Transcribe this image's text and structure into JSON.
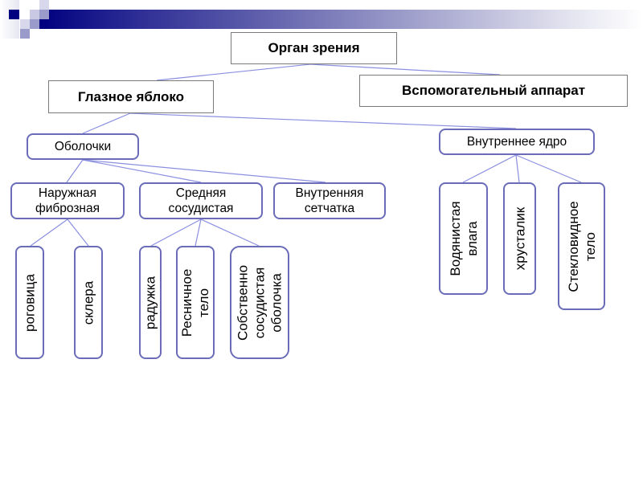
{
  "diagram": {
    "root": {
      "label": "Орган зрения"
    },
    "level1": [
      {
        "label": "Глазное яблоко"
      },
      {
        "label": "Вспомогательный аппарат"
      }
    ],
    "level2": [
      {
        "label": "Оболочки"
      },
      {
        "label": "Внутреннее ядро"
      }
    ],
    "membranes": [
      {
        "line1": "Наружная",
        "line2": "фиброзная"
      },
      {
        "line1": "Средняя",
        "line2": "сосудистая"
      },
      {
        "line1": "Внутренняя",
        "line2": "сетчатка"
      }
    ],
    "outer_parts": [
      {
        "line1": "роговица"
      },
      {
        "line1": "склера"
      }
    ],
    "middle_parts": [
      {
        "line1": "радужка"
      },
      {
        "line1": "Ресничное",
        "line2": "тело"
      },
      {
        "line1": "Собственно",
        "line2": "сосудистая",
        "line3": "оболочка"
      }
    ],
    "core_parts": [
      {
        "line1": "Водянистая",
        "line2": "влага"
      },
      {
        "line1": "хрусталик"
      },
      {
        "line1": "Стекловидное",
        "line2": "тело"
      }
    ]
  },
  "colors": {
    "connector": "#8b8fe0",
    "rounded_border": "#6a6cb8",
    "square_border": "#7a7a7a",
    "header_accent": "#000080"
  }
}
